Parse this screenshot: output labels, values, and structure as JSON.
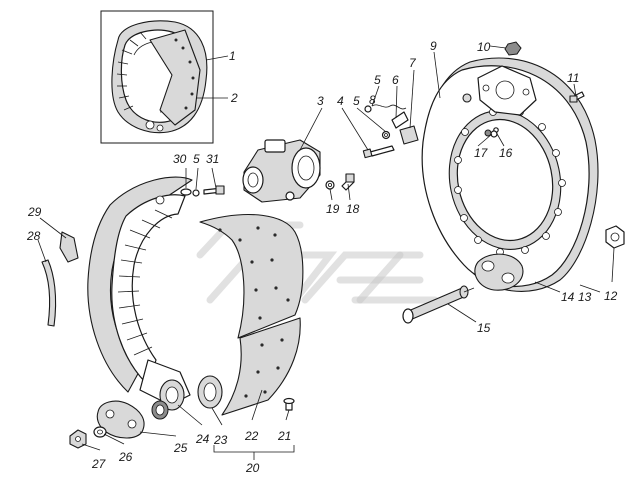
{
  "diagram": {
    "type": "exploded-parts-view",
    "callouts": [
      {
        "id": "1",
        "label": "1"
      },
      {
        "id": "2",
        "label": "2"
      },
      {
        "id": "3",
        "label": "3"
      },
      {
        "id": "4",
        "label": "4"
      },
      {
        "id": "5a",
        "label": "5"
      },
      {
        "id": "5b",
        "label": "5"
      },
      {
        "id": "6",
        "label": "6"
      },
      {
        "id": "7",
        "label": "7"
      },
      {
        "id": "8",
        "label": "8"
      },
      {
        "id": "9",
        "label": "9"
      },
      {
        "id": "10",
        "label": "10"
      },
      {
        "id": "11",
        "label": "11"
      },
      {
        "id": "12",
        "label": "12"
      },
      {
        "id": "13",
        "label": "13"
      },
      {
        "id": "14",
        "label": "14"
      },
      {
        "id": "15",
        "label": "15"
      },
      {
        "id": "16",
        "label": "16"
      },
      {
        "id": "17",
        "label": "17"
      },
      {
        "id": "18",
        "label": "18"
      },
      {
        "id": "19",
        "label": "19"
      },
      {
        "id": "20",
        "label": "20"
      },
      {
        "id": "21",
        "label": "21"
      },
      {
        "id": "22",
        "label": "22"
      },
      {
        "id": "23",
        "label": "23"
      },
      {
        "id": "24",
        "label": "24"
      },
      {
        "id": "25",
        "label": "25"
      },
      {
        "id": "26",
        "label": "26"
      },
      {
        "id": "27",
        "label": "27"
      },
      {
        "id": "28",
        "label": "28"
      },
      {
        "id": "29",
        "label": "29"
      },
      {
        "id": "30",
        "label": "30"
      },
      {
        "id": "5c",
        "label": "5"
      },
      {
        "id": "31",
        "label": "31"
      }
    ]
  }
}
